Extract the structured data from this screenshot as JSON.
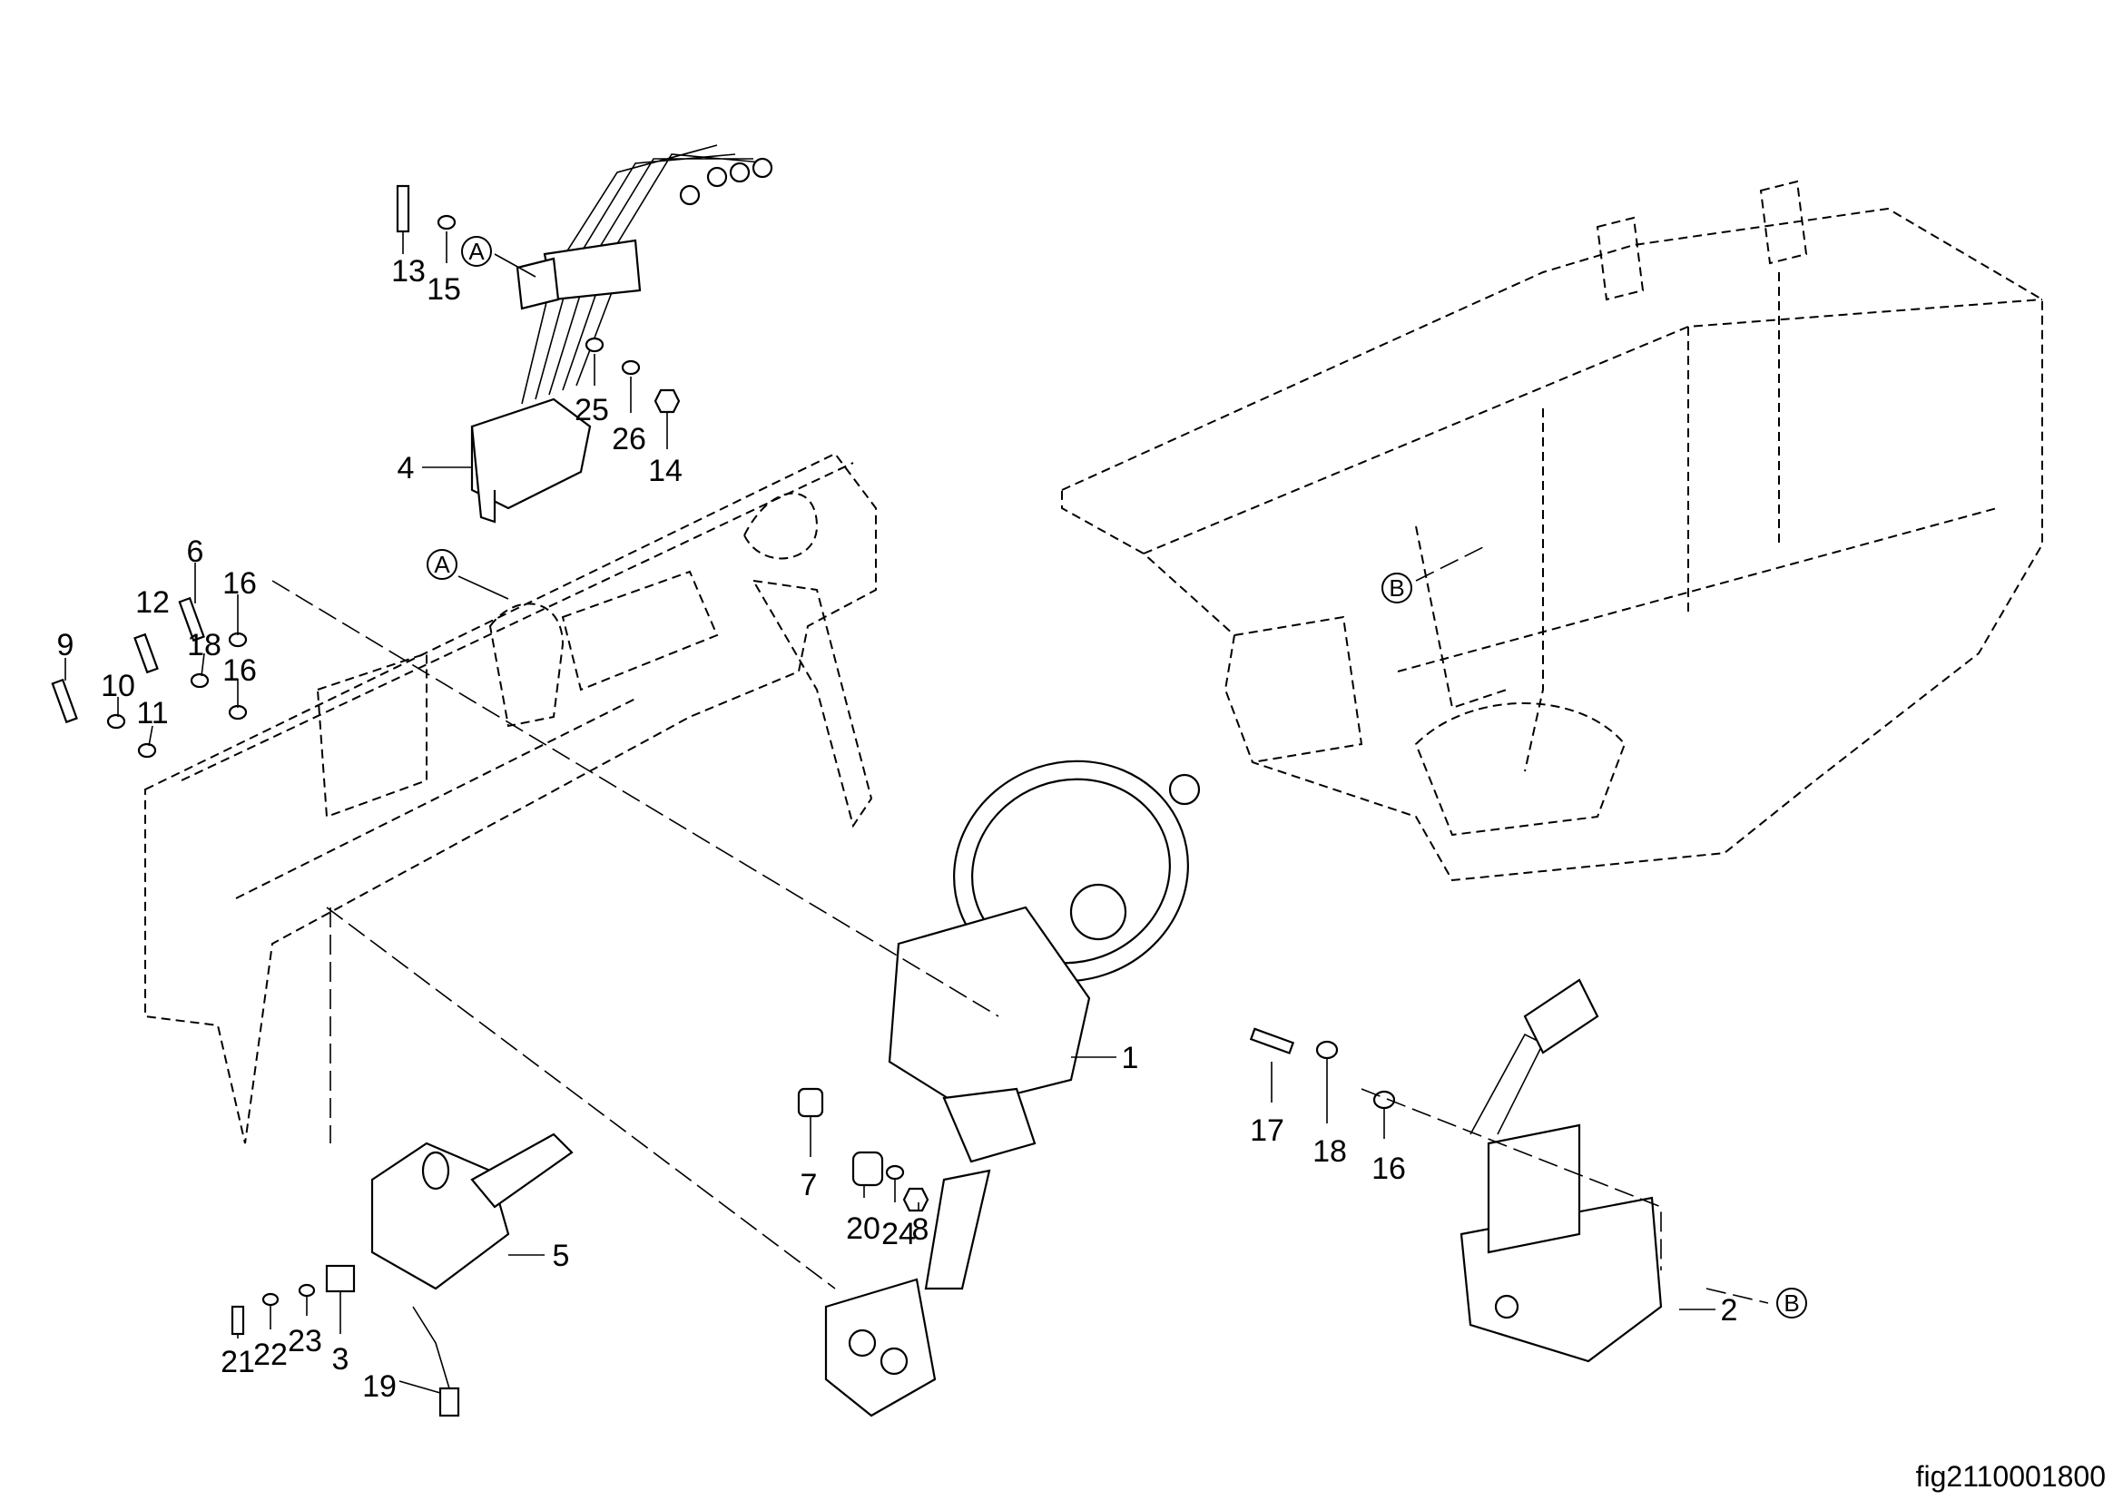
{
  "figure_id": "fig2110001800",
  "callouts": {
    "c13": "13",
    "c15": "15",
    "c25": "25",
    "c26": "26",
    "c14": "14",
    "c4": "4",
    "c6": "6",
    "c12": "12",
    "c16a": "16",
    "c18a": "18",
    "c16b": "16",
    "c9": "9",
    "c10": "10",
    "c11": "11",
    "c1": "1",
    "c17": "17",
    "c18b": "18",
    "c16c": "16",
    "c7": "7",
    "c20": "20",
    "c24": "24",
    "c8": "8",
    "c5": "5",
    "c2": "2",
    "c21": "21",
    "c22": "22",
    "c23": "23",
    "c3": "3",
    "c19": "19"
  },
  "reference_markers": {
    "a_top": "A",
    "a_frame": "A",
    "b_frame": "B",
    "b_pedal": "B"
  }
}
